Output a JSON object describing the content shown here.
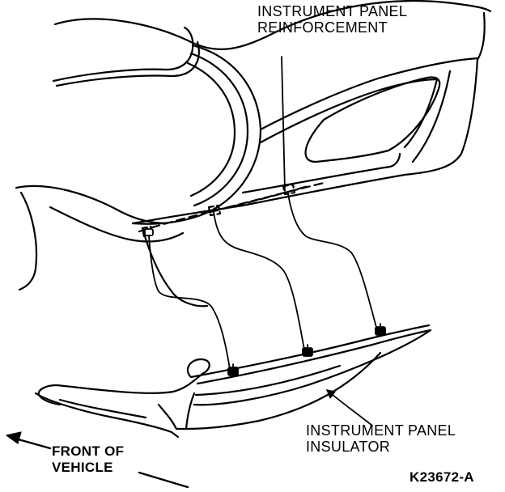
{
  "labels": {
    "reinforcement_line1": "INSTRUMENT PANEL",
    "reinforcement_line2": "REINFORCEMENT",
    "insulator_line1": "INSTRUMENT PANEL",
    "insulator_line2": "INSULATOR",
    "front_line1": "FRONT OF",
    "front_line2": "VEHICLE",
    "figure_code": "K23672-A"
  },
  "parts": {
    "fasteners": [
      "fastener",
      "fastener",
      "fastener",
      "fastener"
    ]
  },
  "colors": {
    "ink": "#000000",
    "paper": "#ffffff"
  }
}
